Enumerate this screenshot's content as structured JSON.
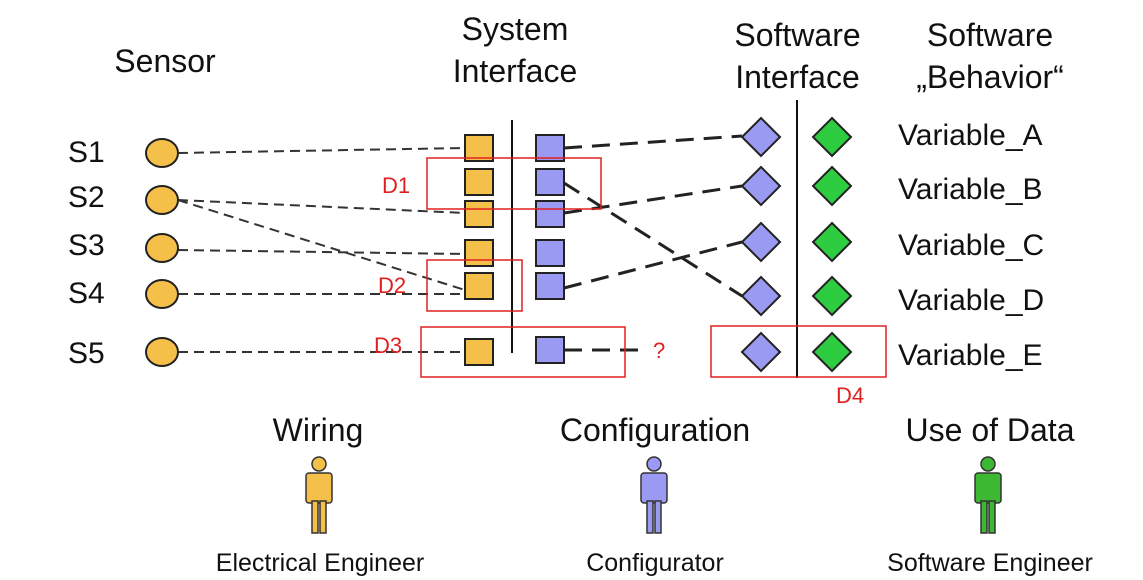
{
  "headers": {
    "sensor": "Sensor",
    "system_interface_1": "System",
    "system_interface_2": "Interface",
    "software_interface_1": "Software",
    "software_interface_2": "Interface",
    "software_behavior_1": "Software",
    "software_behavior_2": "„Behavior“"
  },
  "sensors": [
    "S1",
    "S2",
    "S3",
    "S4",
    "S5"
  ],
  "variables": [
    "Variable_A",
    "Variable_B",
    "Variable_C",
    "Variable_D",
    "Variable_E"
  ],
  "defects": [
    "D1",
    "D2",
    "D3",
    "D4"
  ],
  "unknown_marker": "?",
  "roles": {
    "wiring": "Wiring",
    "configuration": "Configuration",
    "use_of_data": "Use of Data"
  },
  "people": {
    "electrical_engineer": "Electrical Engineer",
    "configurator": "Configurator",
    "software_engineer": "Software Engineer"
  },
  "colors": {
    "sensor": "#f5c04a",
    "system_interface": "#f5c04a",
    "software_side_square": "#9a9af2",
    "software_interface": "#9a9af2",
    "behavior": "#2ecc40",
    "defect_box": "#e02020",
    "electrical_engineer": "#f5c04a",
    "configurator": "#9a9af2",
    "software_engineer": "#3cb832"
  },
  "icons": {
    "electrical_engineer": "person-icon",
    "configurator": "person-icon",
    "software_engineer": "person-icon"
  }
}
